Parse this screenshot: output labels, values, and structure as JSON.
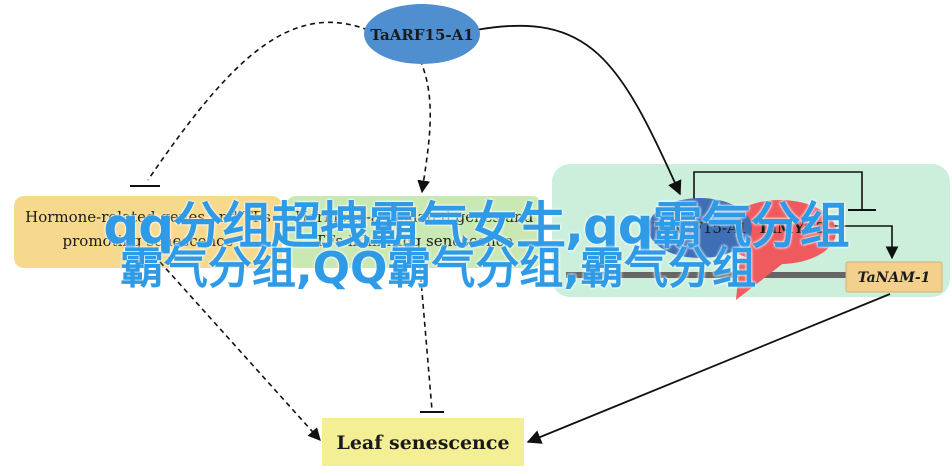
{
  "nodes": {
    "taarf": "TaARF15-A1",
    "hormone_left_line1": "Hormone-related genes and TFs",
    "hormone_left_line2": "promoting senescence",
    "hormone_mid_line1": "Hormone-associated genes and",
    "hormone_mid_line2": "TFs inhibiting senescence",
    "complex_left": "TaARF15-A1",
    "complex_right": "TaMYC2",
    "tanam": "TaNAM-1",
    "leaf": "Leaf senescence"
  },
  "overlay": {
    "line1": "qq分组超拽霸气女生,qq霸气分组",
    "line2": "霸气分组,QQ霸气分组,霸气分组"
  },
  "colors": {
    "ellipse": "#4f8fd0",
    "hormone_box": "#f6d98c",
    "green_box": "#c9e8b4",
    "complex_panel": "#ccefdc",
    "tanam_box": "#f3d08c",
    "leaf_box": "#f4ef94",
    "myc_red": "#ef5a5f",
    "overlay_text": "#2f9be6"
  }
}
